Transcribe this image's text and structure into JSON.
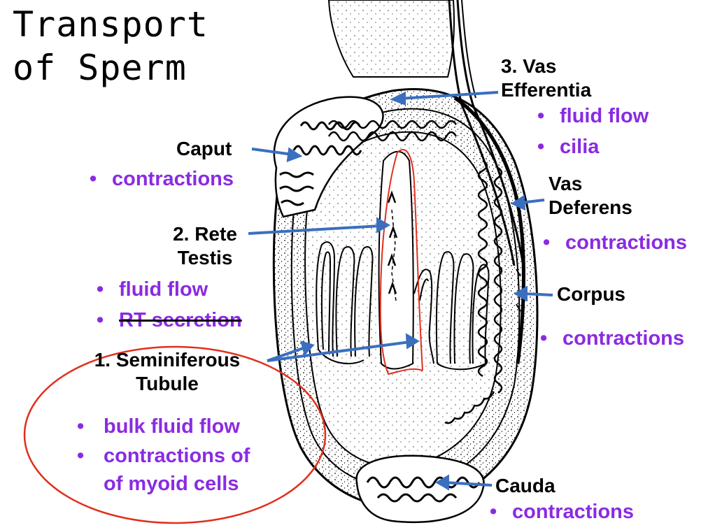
{
  "title": {
    "line1": "Transport",
    "line2": "of Sperm"
  },
  "labels": {
    "vas_efferentia": {
      "name_line1": "3. Vas",
      "name_line2": "Efferentia",
      "bullets": [
        "fluid flow",
        "cilia"
      ]
    },
    "caput": {
      "name": "Caput",
      "bullets": [
        "contractions"
      ]
    },
    "vas_deferens": {
      "name_line1": "Vas",
      "name_line2": "Deferens",
      "bullets": [
        "contractions"
      ]
    },
    "rete_testis": {
      "name_line1": "2. Rete",
      "name_line2": "Testis",
      "bullets": [
        "fluid flow",
        "RT secretion"
      ]
    },
    "corpus": {
      "name": "Corpus",
      "bullets": [
        "contractions"
      ]
    },
    "seminiferous_tubule": {
      "name_line1": "1. Seminiferous",
      "name_line2": "Tubule",
      "bullets": [
        "bulk fluid flow",
        "contractions of",
        "of myoid cells"
      ]
    },
    "cauda": {
      "name": "Cauda",
      "bullets": [
        "contractions"
      ]
    }
  },
  "bullet_glyph": "•",
  "colors": {
    "bullet_text": "#8a2be2",
    "arrow": "#3a6fbf",
    "annotation": "#e0301e"
  }
}
